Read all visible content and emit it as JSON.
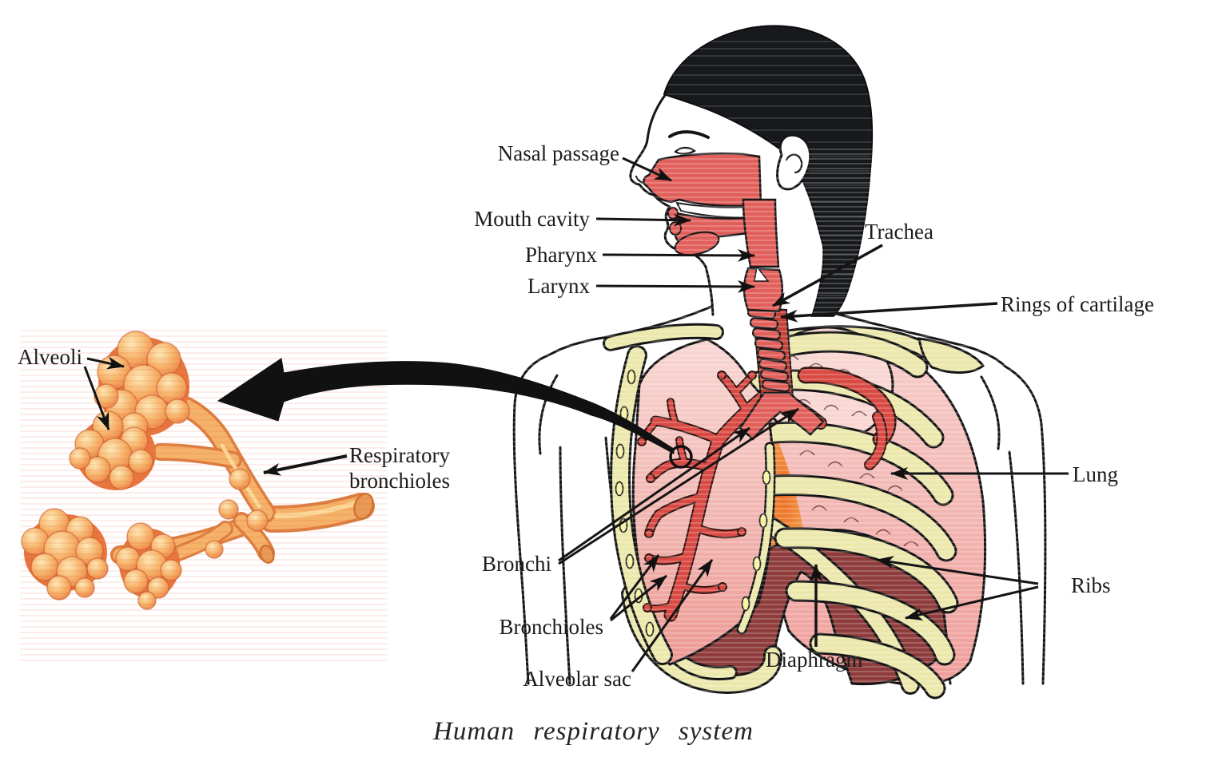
{
  "figure": {
    "caption": "Human respiratory system",
    "labels": {
      "alveoli": "Alveoli",
      "respiratory_bronchioles": "Respiratory bronchioles",
      "nasal_passage": "Nasal passage",
      "mouth_cavity": "Mouth cavity",
      "pharynx": "Pharynx",
      "larynx": "Larynx",
      "trachea": "Trachea",
      "rings_of_cartilage": "Rings of cartilage",
      "lung": "Lung",
      "ribs": "Ribs",
      "bronchi": "Bronchi",
      "bronchioles": "Bronchioles",
      "alveolar_sac": "Alveolar sac",
      "diaphragm": "Diaphragm"
    },
    "colors": {
      "airway_red": "#e2605c",
      "lung_pink": "#f0a39e",
      "lung_pink_light": "#f8d6d2",
      "rib_cream": "#ece8ad",
      "rib_yellow": "#f8f3a2",
      "bronchi_red": "#d94a44",
      "diaphragm_maroon": "#8e3c3c",
      "mediastinum_orange": "#ee7d33",
      "alveoli_orange": "#f2a057",
      "alveoli_highlight": "#fce4a9",
      "hair_black": "#17191c",
      "outline_black": "#151515",
      "label_ink": "#1c1c1c"
    }
  }
}
